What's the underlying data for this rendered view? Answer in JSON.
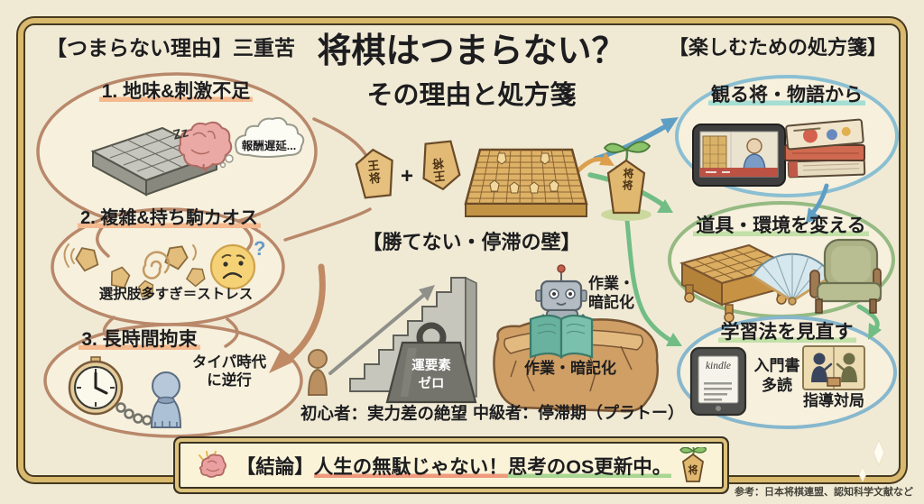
{
  "header": {
    "title_line1": "将棋はつまらない？",
    "title_line2": "その理由と処方箋"
  },
  "left_panel": {
    "heading": "【つまらない理由】三重苦",
    "item1": {
      "label": "1. 地味&刺激不足",
      "zzz": "Zz",
      "thought": "報酬遅延..."
    },
    "item2": {
      "label": "2. 複雑&持ち駒カオス",
      "question": "?",
      "caption": "選択肢多すぎ＝ストレス"
    },
    "item3": {
      "label": "3. 長時間拘束",
      "caption_line1": "タイパ時代",
      "caption_line2": "に逆行"
    }
  },
  "center": {
    "plus": "+",
    "king_piece": "王将",
    "flipped_piece": "王将",
    "sprout_piece": "将将",
    "wall_heading": "【勝てない・停滞の壁】",
    "weight_line1": "運要素",
    "weight_line2": "ゼロ",
    "beginner_caption": "初心者：実力差の絶望",
    "robot_label_line1": "作業・",
    "robot_label_line2": "暗記化",
    "rock_label": "作業・暗記化",
    "intermediate_caption": "中級者：停滞期（プラトー）"
  },
  "right_panel": {
    "heading": "【楽しむための処方箋】",
    "item1": {
      "label": "観る将・物語から"
    },
    "item2": {
      "label": "道具・環境を変える"
    },
    "item3": {
      "label": "学習法を見直す",
      "kindle_brand": "kindle",
      "reading_line1": "入門書",
      "reading_line2": "多読",
      "teaching": "指導対局"
    }
  },
  "conclusion": {
    "prefix": "【結論】",
    "highlight_red": "人生の無駄じゃない！",
    "highlight_green": "思考のOS更新中。",
    "piece_char": "将"
  },
  "footer": {
    "reference": "参考：日本将棋連盟、認知科学文献など"
  },
  "colors": {
    "background": "#f0ead5",
    "frame_gold": "#d8b96d",
    "frame_dark": "#46391f",
    "salmon_outline": "#b9886a",
    "salmon_highlight": "#f4b98e",
    "blue_bubble": "#8bbfd2",
    "green_bubble": "#95ba82",
    "teal_highlight": "#a5ded2",
    "green_highlight": "#c2e0a8",
    "blue_arrow": "#5f9ec4",
    "green_arrow": "#72bd85",
    "red_underline": "#ef9a7c",
    "green_underline": "#a9d693"
  }
}
